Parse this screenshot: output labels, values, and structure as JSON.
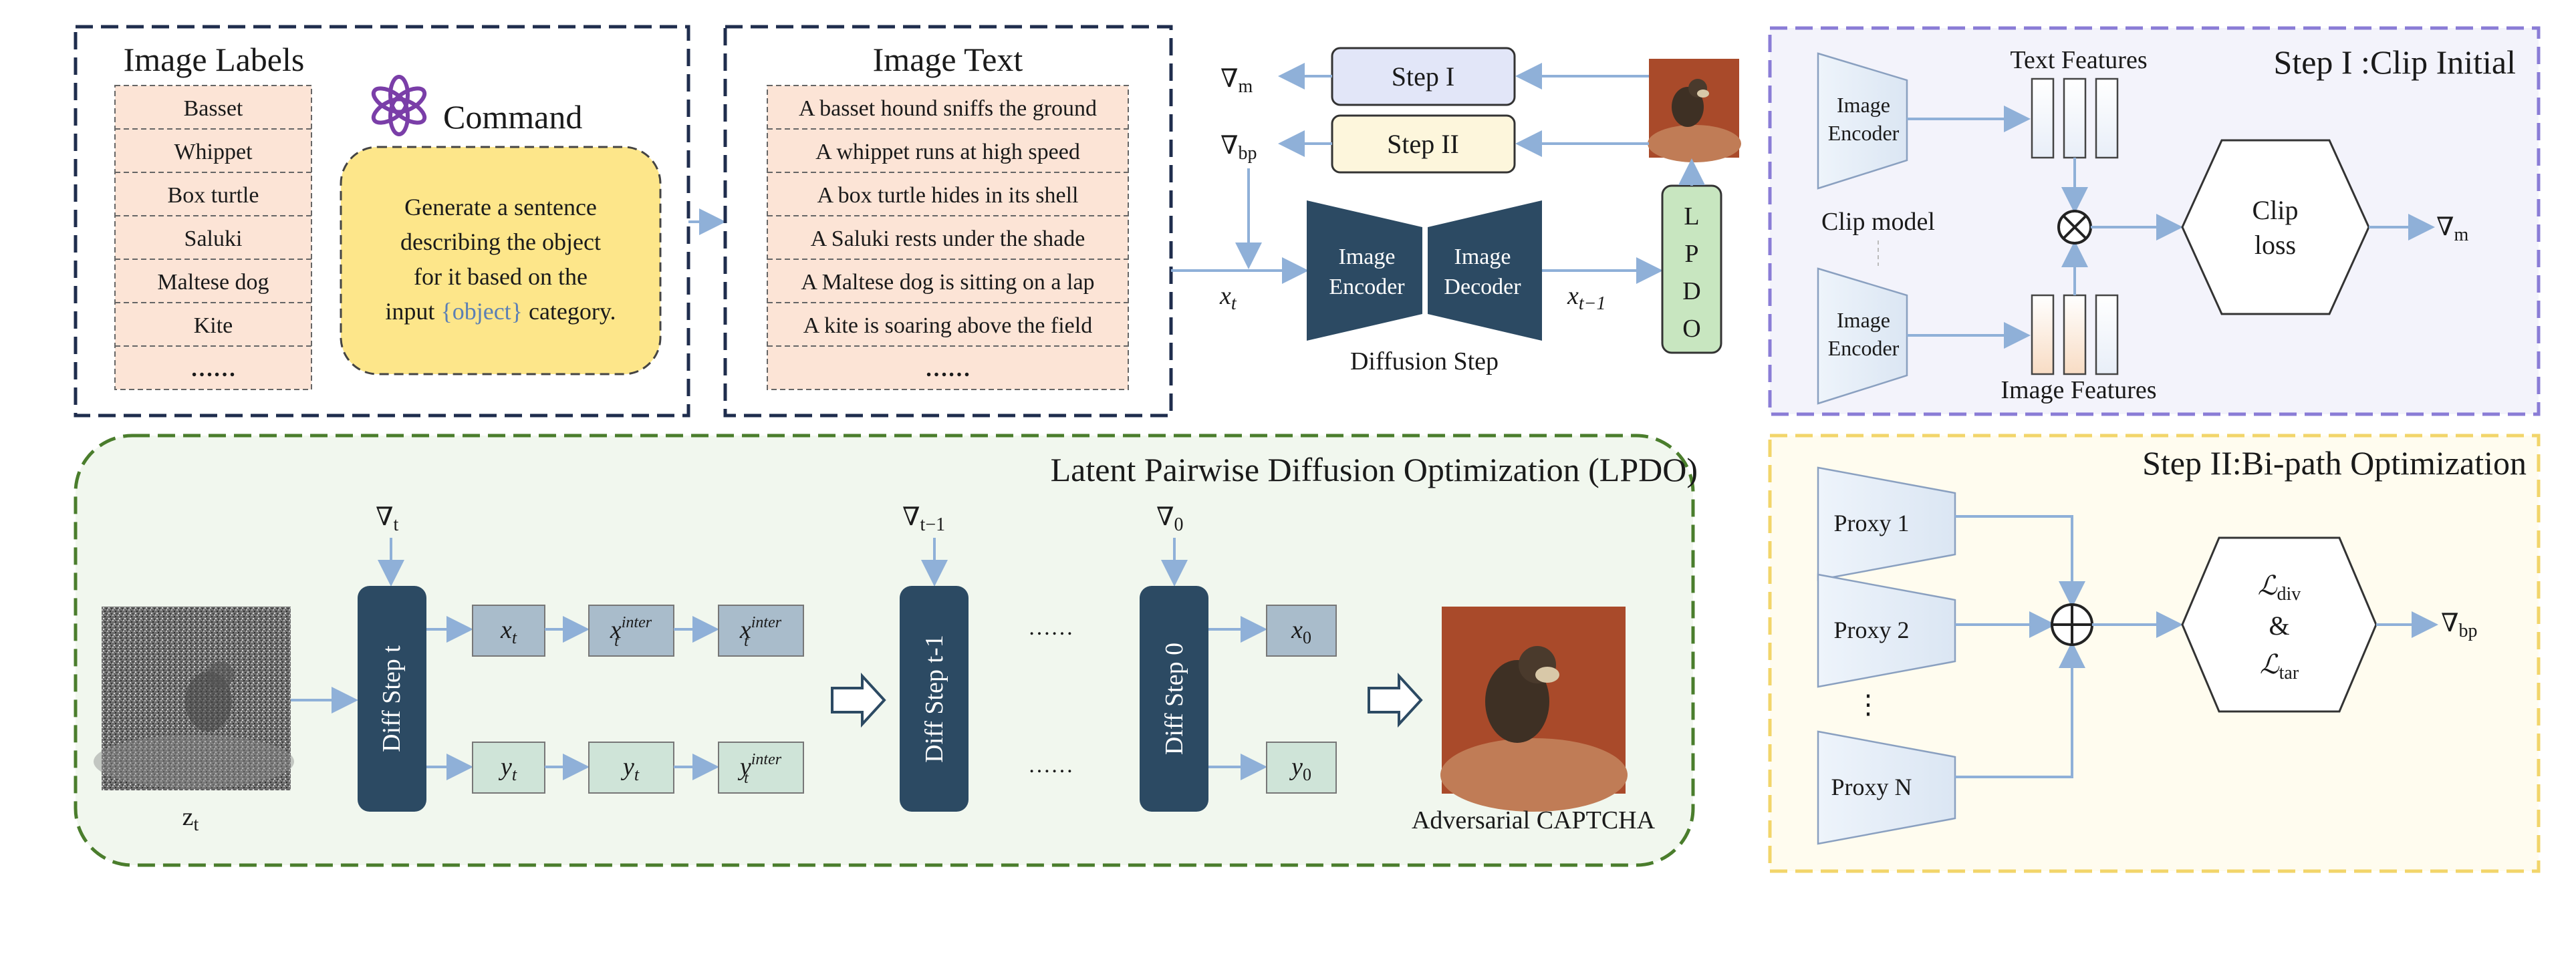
{
  "panel_labels": {
    "title": "Image Labels",
    "items": [
      "Basset",
      "Whippet",
      "Box turtle",
      "Saluki",
      "Maltese dog",
      "Kite",
      "……"
    ]
  },
  "command": {
    "title": "Command",
    "text_lines": [
      "Generate a sentence",
      "describing the object",
      "for it based on the"
    ],
    "last_prefix": "input ",
    "last_object": "{object}",
    "last_suffix": " category."
  },
  "panel_text": {
    "title": "Image Text",
    "items": [
      "A basset hound sniffs the ground",
      "A whippet runs at high speed",
      "A box turtle hides in its shell",
      "A Saluki rests under the shade",
      "A Maltese dog is sitting on a lap",
      "A kite is soaring above the field",
      "……"
    ]
  },
  "diffusion": {
    "step1": "Step I",
    "step2": "Step II",
    "grad_m": "∇",
    "grad_m_sub": "m",
    "grad_bp": "∇",
    "grad_bp_sub": "bp",
    "encoder": [
      "Image",
      "Encoder"
    ],
    "decoder": [
      "Image",
      "Decoder"
    ],
    "caption": "Diffusion Step",
    "xt": "x",
    "xt_sub": "t",
    "xt1": "x",
    "xt1_sub": "t−1",
    "lpdo_letters": [
      "L",
      "P",
      "D",
      "O"
    ]
  },
  "step1_panel": {
    "title": "Step I :Clip Initial",
    "text_features": "Text Features",
    "image_features": "Image Features",
    "encoder_top": [
      "Image",
      "Encoder"
    ],
    "encoder_bottom": [
      "Image",
      "Encoder"
    ],
    "clip_model": "Clip model",
    "otimes": "⊗",
    "clip_loss": [
      "Clip",
      "loss"
    ],
    "out": "∇",
    "out_sub": "m"
  },
  "step2_panel": {
    "title": "Step II:Bi-path Optimization",
    "proxies": [
      "Proxy 1",
      "Proxy 2",
      "Proxy N"
    ],
    "vdots": "⋮",
    "oplus": "⊕",
    "loss_div": "ℒ",
    "loss_div_sub": "div",
    "amp": "&",
    "loss_tar": "ℒ",
    "loss_tar_sub": "tar",
    "out": "∇",
    "out_sub": "bp"
  },
  "lpdo": {
    "title": "Latent Pairwise Diffusion Optimization (LPDO)",
    "zt": "z",
    "zt_sub": "t",
    "grad_t": "∇",
    "grad_t_sub": "t",
    "grad_t1": "∇",
    "grad_t1_sub": "t−1",
    "grad_0": "∇",
    "grad_0_sub": "0",
    "diff_t": "Diff Step t",
    "diff_t1": "Diff Step t-1",
    "diff_0": "Diff Step 0",
    "x": "x",
    "y": "y",
    "sub_t": "t",
    "sup_inter": "inter",
    "sub_0": "0",
    "ellipsis": "……",
    "output": "Adversarial CAPTCHA"
  },
  "colors": {
    "dark_navy": "#2c4a63",
    "label_fill": "#fce4d6",
    "command_fill": "#fde68a",
    "step1_fill": "#e2e6f8",
    "step2_fill": "#fdf6dc",
    "lpdo_box": "#c8e6c0",
    "lpdo_border": "#4a7d2c",
    "step1_border": "#8a7cd6",
    "step2_border": "#f2d56a",
    "x_fill": "#a9bccb",
    "y_fill": "#cfe4d8",
    "arrow": "#8fb0d8"
  }
}
